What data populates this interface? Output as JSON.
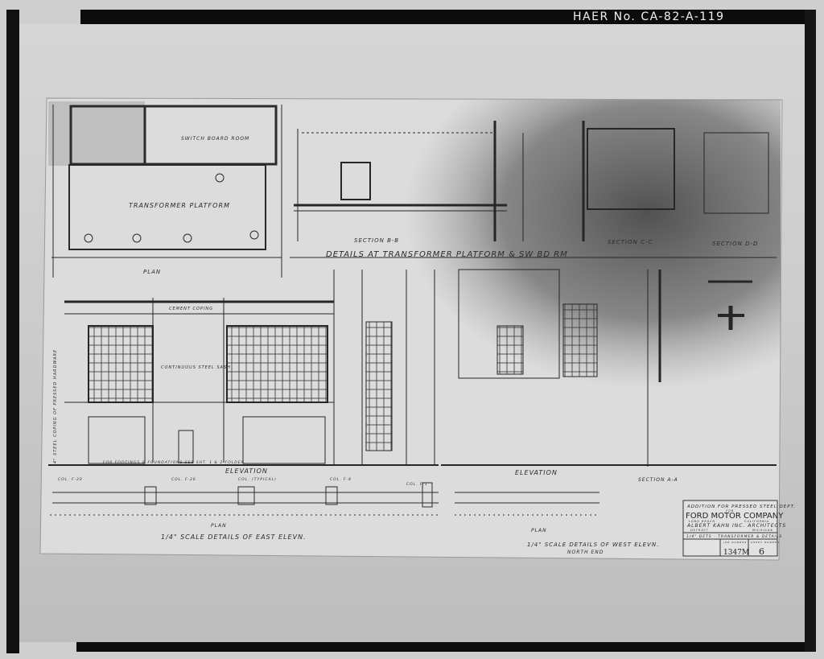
{
  "photo_label": "HAER No. CA-82-A-119",
  "drawing": {
    "details_title": "DETAILS AT TRANSFORMER PLATFORM & SW BD RM",
    "section_bb": "SECTION B-B",
    "section_cc": "SECTION C-C",
    "section_dd": "SECTION D-D",
    "section_aa": "SECTION A-A",
    "transformer_platform": "TRANSFORMER PLATFORM",
    "switchboard_room": "SWITCH BOARD ROOM",
    "plan_top": "PLAN",
    "elevation_east": "ELEVATION",
    "elevation_west": "ELEVATION",
    "plan_east": "PLAN",
    "plan_west": "PLAN",
    "footing_note": "FOR FOOTINGS & FOUNDATIONS SEE SHT. 1 & 2 FOLDER",
    "col_labels": [
      "COL. F-20",
      "COL. F-26",
      "COL. (TYPICAL)",
      "COL. F-8",
      "COL. F-1"
    ],
    "scale_east": "1/4\" SCALE DETAILS OF EAST ELEVN.",
    "scale_west": "1/4\" SCALE DETAILS OF WEST ELEVN.",
    "scale_west_sub": "NORTH END",
    "cement_coping": "CEMENT COPING",
    "continuous_sash": "CONTINUOUS STEEL SASH",
    "parapet_note": "4\" STEEL COPING OF PRESSED HARDWARE"
  },
  "title_block": {
    "line1": "ADDITION FOR PRESSED STEEL DEPT.",
    "line2": "FOR",
    "company": "FORD MOTOR COMPANY",
    "location_left": "LONG BEACH",
    "location_right": "CALIFORNIA",
    "architect": "ALBERT KAHN INC. ARCHITECTS",
    "architect_sub_left": "DETROIT",
    "architect_sub_right": "MICHIGAN",
    "drawing_desc": "1/4\" DETS - TRANSFORMER & DETAILS",
    "job_label": "JOB NUMBER",
    "job_number": "1347M",
    "sheet_label": "SHEET NUMBER",
    "sheet_number": "6"
  }
}
